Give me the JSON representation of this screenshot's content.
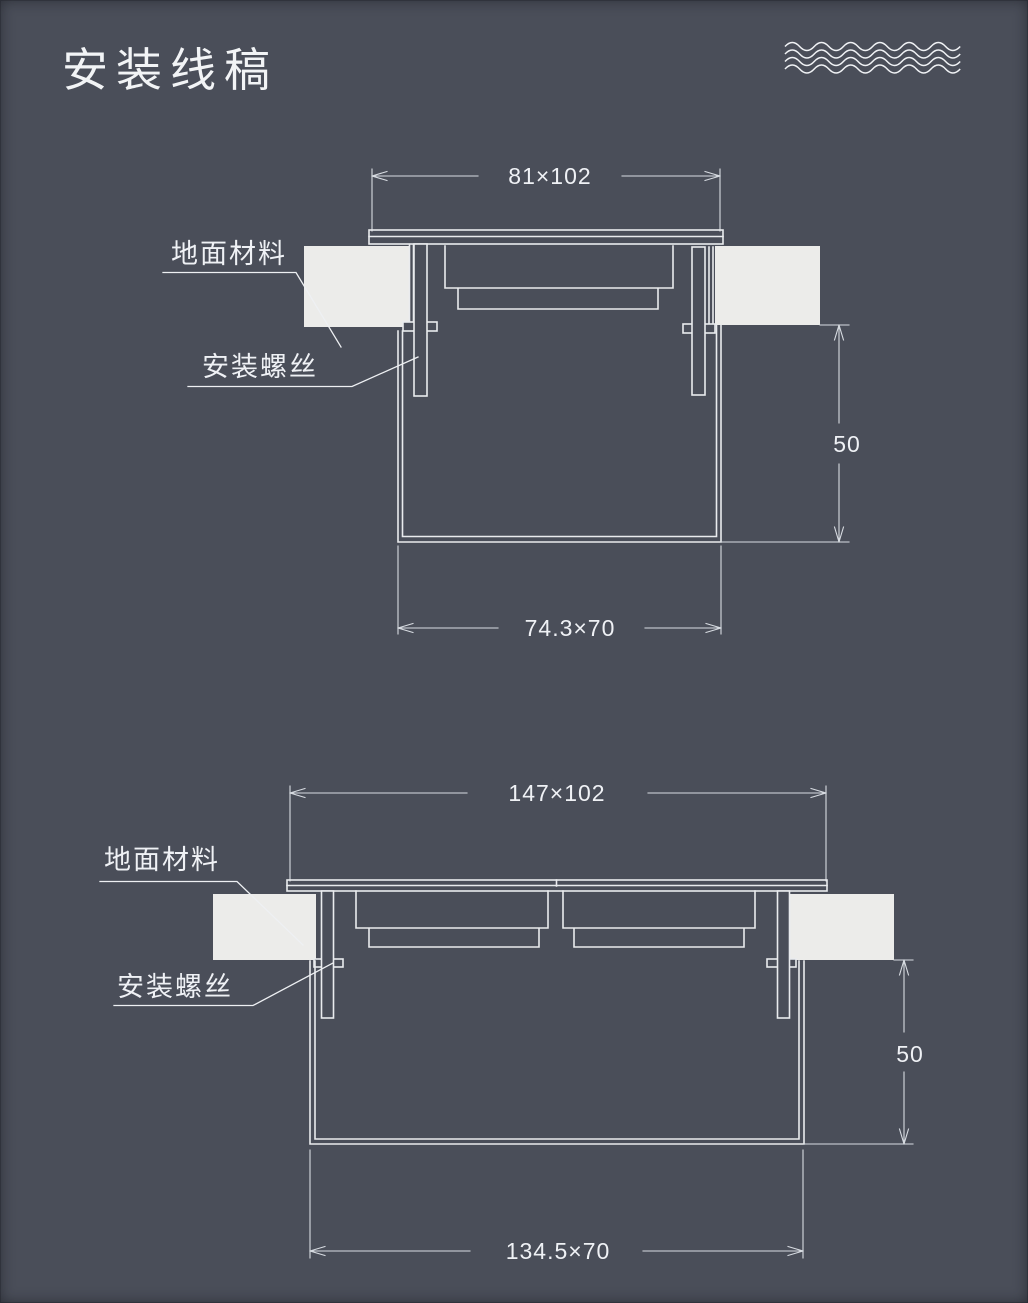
{
  "page": {
    "title": "安装线稿",
    "background_color": "#4a4e59",
    "line_color": "#e9ebee",
    "dim_line_color": "#d8dce2",
    "floor_fill_color": "#ececea",
    "text_color": "#eff1f5",
    "decoration_icon": "waves-icon"
  },
  "figures": [
    {
      "dim_top": "81×102",
      "dim_bottom": "74.3×70",
      "dim_depth": "50",
      "floor_label": "地面材料",
      "screw_label": "安装螺丝"
    },
    {
      "dim_top": "147×102",
      "dim_bottom": "134.5×70",
      "dim_depth": "50",
      "floor_label": "地面材料",
      "screw_label": "安装螺丝"
    }
  ]
}
